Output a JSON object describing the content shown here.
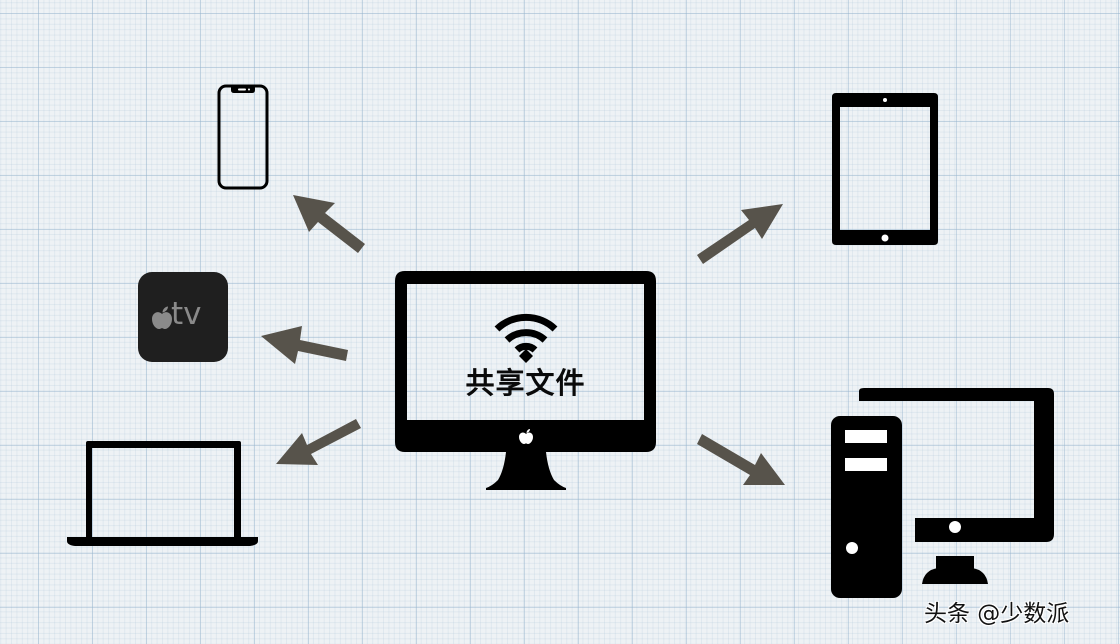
{
  "center": {
    "device": "iMac",
    "label": "共享文件",
    "icon": "wifi-icon"
  },
  "targets": [
    {
      "device": "iPhone",
      "icon": "iphone-icon",
      "direction": "up-left"
    },
    {
      "device": "Apple TV",
      "icon": "apple-tv-icon",
      "label": "tv",
      "direction": "left"
    },
    {
      "device": "MacBook",
      "icon": "laptop-icon",
      "direction": "down-left"
    },
    {
      "device": "iPad",
      "icon": "ipad-icon",
      "direction": "up-right"
    },
    {
      "device": "Desktop PC",
      "icon": "desktop-pc-icon",
      "direction": "down-right"
    }
  ],
  "colors": {
    "background": "#eef2f5",
    "grid": "#96b4cd",
    "device": "#000000",
    "arrow": "#57534b",
    "apple_tv_box": "#1f1f1f",
    "apple_tv_logo": "#8a8a8a"
  },
  "watermark": "头条 @少数派"
}
